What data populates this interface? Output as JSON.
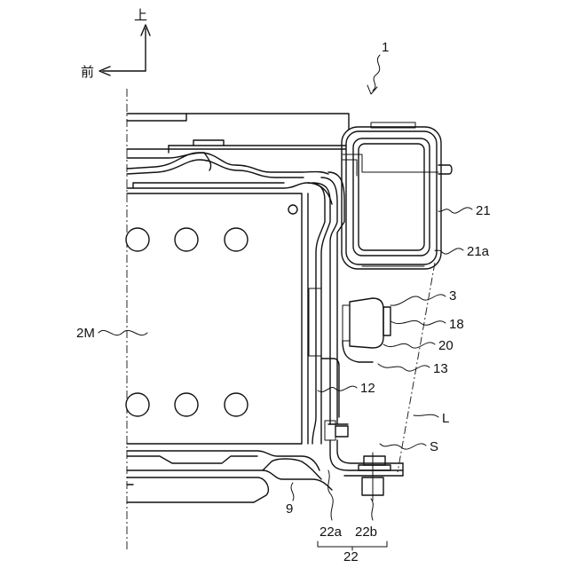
{
  "orientation": {
    "up_label": "上",
    "front_label": "前"
  },
  "labels": {
    "assembly": "1",
    "housing": "21",
    "housing_flange": "21a",
    "part_3": "3",
    "part_18": "18",
    "part_20": "20",
    "part_13": "13",
    "part_12": "12",
    "line_L": "L",
    "space_S": "S",
    "motor": "2M",
    "part_9": "9",
    "part_22a": "22a",
    "part_22b": "22b",
    "part_22": "22"
  }
}
